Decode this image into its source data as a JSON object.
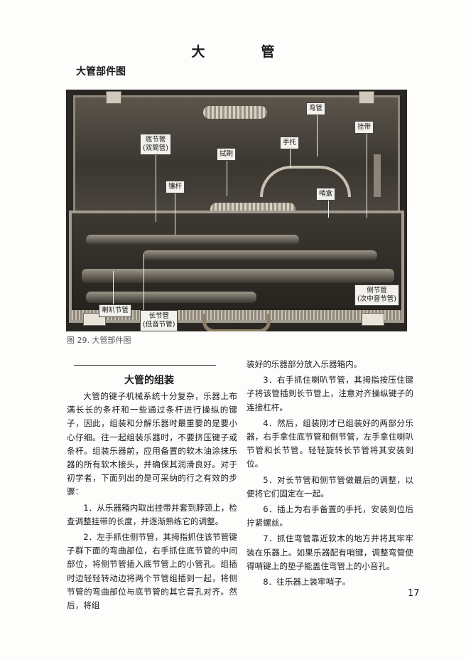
{
  "page": {
    "title": "大　管",
    "subtitle": "大管部件图",
    "caption": "图 29. 大管部件图",
    "page_number": "17"
  },
  "figure_labels": {
    "bell_joint": "底节管\n(双筒管)",
    "swab": "拭刷",
    "bocal": "弯管",
    "hand_rest": "手托",
    "strap": "挂带",
    "cleaning_rod": "镶杆",
    "reed_case": "哨盒",
    "tenor_joint": "侧节管\n(次中音节管)",
    "bell": "喇叭节管",
    "long_joint": "长节管\n(低音节管)"
  },
  "section": {
    "heading": "大管的组装",
    "left_paragraphs": [
      "大管的键子机械系统十分复杂，乐器上布满长长的条杆和一些通过条杆进行操纵的键子，因此，组装和分解乐器时最重要的是要小心仔细。往一起组装乐器时，不要挤压键子或条杆。组装乐器前，应用备置的软木油涂抹乐器的所有软木接头，并确保其润滑良好。对于初学者，下面列出的是可采纳的行之有效的步骤：",
      "1．从乐器箱内取出挂带并套到脖颈上，检查调整挂带的长度，并逐渐熟练它的调整。",
      "2．左手抓住侧节管，其拇指抓住该节管键子群下面的弯曲部位，右手抓住底节管的中间部位，将侧节管插入底节管上的小管孔。组插时边轻轻转动边将两个节管组插到一起，将侧节管的弯曲部位与底节管的其它音孔对齐。然后，将组"
    ],
    "right_paragraphs_cont": "装好的乐器部分放入乐器箱内。",
    "right_paragraphs": [
      "3．右手抓住喇叭节管，其拇指按压住键子将该管插到长节管上，注意对齐操纵键子的连接杠杆。",
      "4．然后，组装刚才已组装好的两部分乐器，右手拿住底节管和侧节管，左手拿住喇叭节管和长节管。轻轻旋转长节管将其安装到位。",
      "5．对长节管和侧节管做最后的调整，以便将它们固定在一起。",
      "6．插上为右手备置的手托，安装到位后拧紧螺丝。",
      "7．抓住弯管靠近软木的地方并将其牢牢装在乐器上。如果乐器配有哨键，调整弯管使得哨键上的垫子能盖住弯管上的小音孔。",
      "8．往乐器上装牢哨子。"
    ]
  }
}
